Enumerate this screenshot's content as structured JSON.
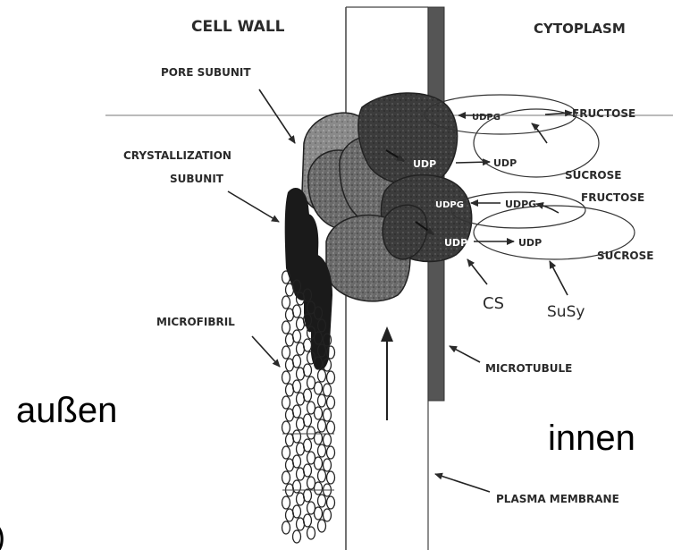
{
  "header": {
    "left": "CELL WALL",
    "right": "CYTOPLASM"
  },
  "labels": {
    "pore_subunit": "PORE SUBUNIT",
    "crystallization_1": "CRYSTALLIZATION",
    "crystallization_2": "SUBUNIT",
    "microfibril": "MICROFIBRIL",
    "microtubule": "MICROTUBULE",
    "plasma_membrane": "PLASMA MEMBRANE",
    "cs": "CS",
    "susy": "SuSy"
  },
  "reaction_top": {
    "udpg": "UDPG",
    "fructose": "FRUCTOSE",
    "udp_inner": "UDP",
    "udp_outer": "UDP",
    "sucrose": "SUCROSE"
  },
  "reaction_bottom": {
    "udpg_inner": "UDPG",
    "udpg_outer": "UDPG",
    "fructose": "FRUCTOSE",
    "udp_inner": "UDP",
    "udp_outer": "UDP",
    "sucrose": "SUCROSE"
  },
  "sides": {
    "outside": "außen",
    "inside": "innen",
    "edge_glyph": ")"
  },
  "colors": {
    "ink": "#2a2a2a",
    "complex_dark": "#4a4a4a",
    "complex_mid": "#6e6e6e",
    "microtubule": "#555555",
    "fibril_dark": "#1a1a1a"
  }
}
